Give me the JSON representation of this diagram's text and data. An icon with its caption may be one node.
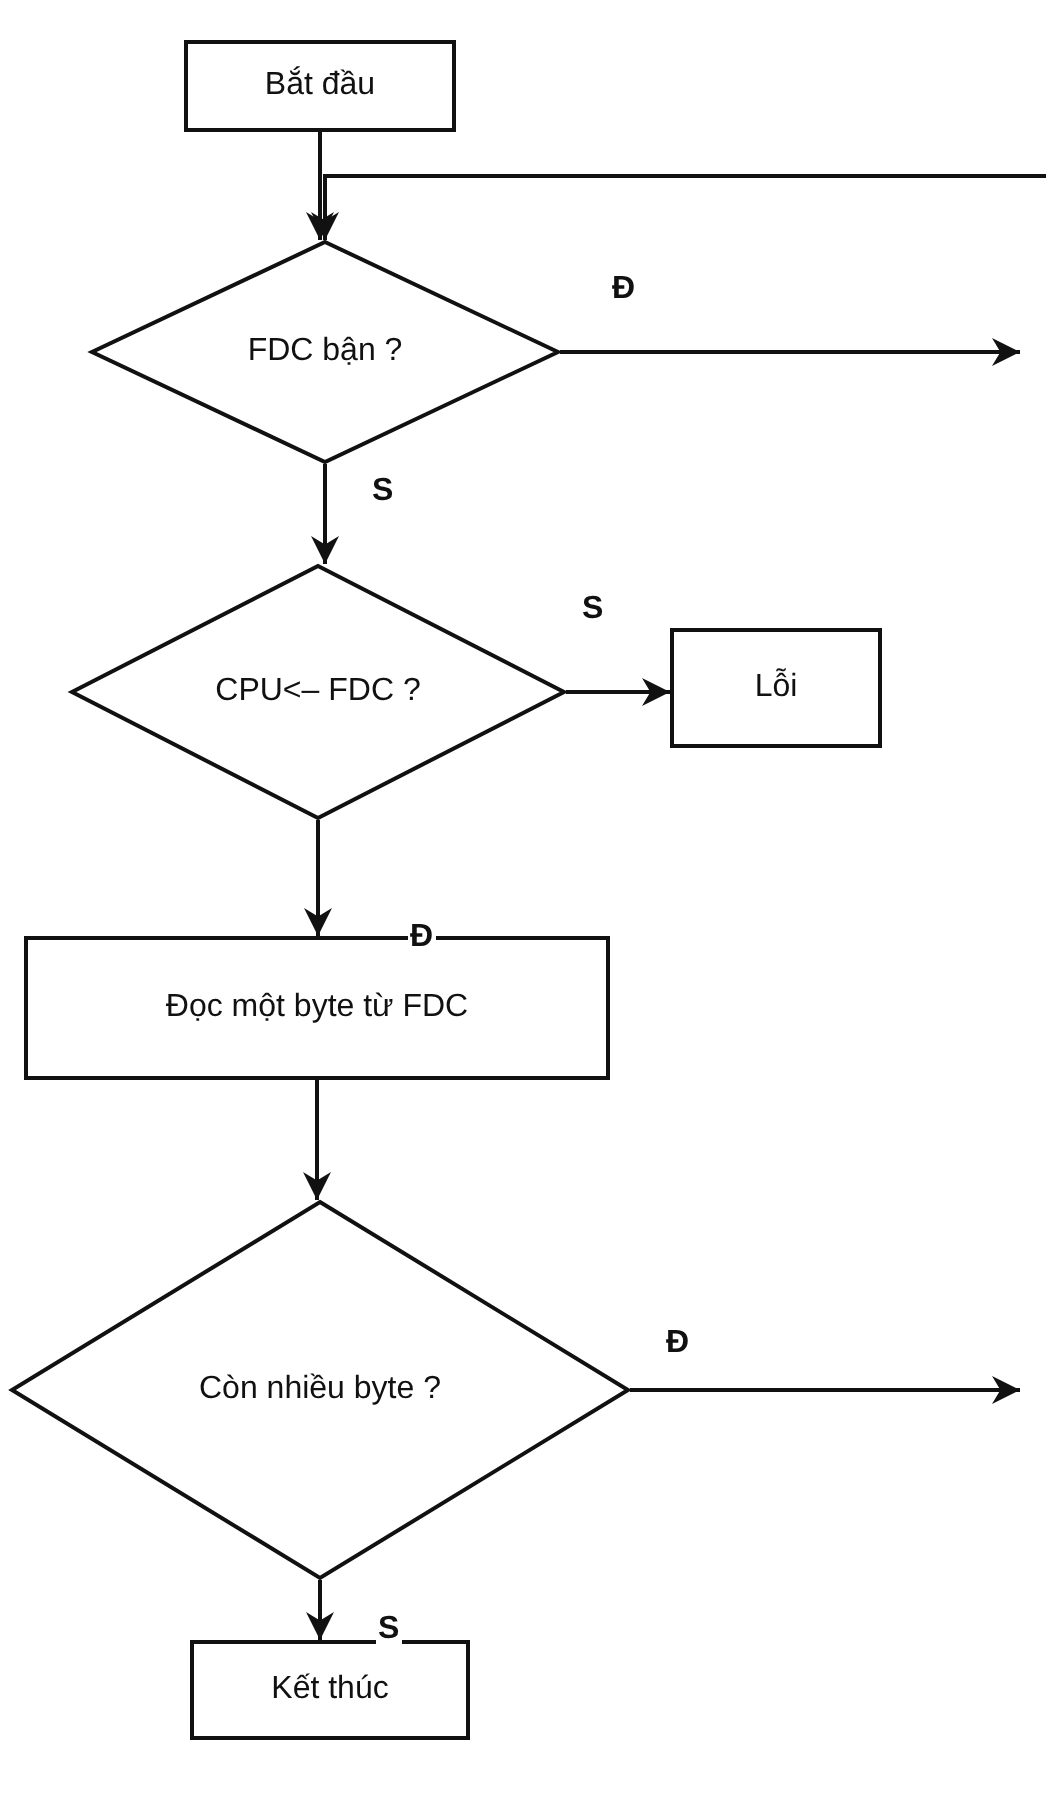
{
  "diagram": {
    "nodes": [
      {
        "text": [
          "Bắt đầu"
        ]
      },
      {
        "text": [
          "FDC bận ?"
        ]
      },
      {
        "text": [
          "CPU<– FDC ?"
        ]
      },
      {
        "text": [
          "Lỗi"
        ]
      },
      {
        "text": [
          "Đọc một byte từ FDC"
        ]
      },
      {
        "text": [
          "Còn nhiều byte ?"
        ]
      },
      {
        "text": [
          "Kết thúc"
        ]
      }
    ],
    "edges": [
      {
        "from": 0,
        "to": 1,
        "arrow": "to"
      },
      {
        "from": null,
        "to": 1,
        "arrow": "to"
      },
      {
        "from": 1,
        "to": null,
        "arrow": "to",
        "label": "Đ"
      },
      {
        "from": 1,
        "to": 2,
        "arrow": "to",
        "label": "S"
      },
      {
        "from": 2,
        "to": 3,
        "arrow": "to",
        "label": "S"
      },
      {
        "from": 2,
        "to": 4,
        "arrow": "to",
        "label": "Đ"
      },
      {
        "from": 4,
        "to": 5,
        "arrow": "to"
      },
      {
        "from": 5,
        "to": null,
        "arrow": "to",
        "label": "Đ"
      },
      {
        "from": 5,
        "to": 6,
        "arrow": "to",
        "label": "S"
      }
    ]
  }
}
